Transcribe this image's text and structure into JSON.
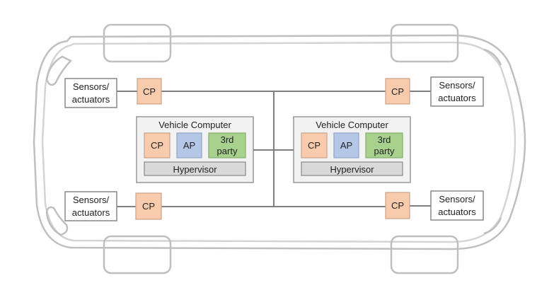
{
  "diagram": {
    "sensors": {
      "top_left": [
        "Sensors/",
        "actuators"
      ],
      "top_right": [
        "Sensors/",
        "actuators"
      ],
      "bottom_left": [
        "Sensors/",
        "actuators"
      ],
      "bottom_right": [
        "Sensors/",
        "actuators"
      ]
    },
    "cp_nodes": {
      "top_left": "CP",
      "top_right": "CP",
      "bottom_left": "CP",
      "bottom_right": "CP"
    },
    "vehicle_computers": [
      {
        "title": "Vehicle Computer",
        "cp": "CP",
        "ap": "AP",
        "third_party": [
          "3rd",
          "party"
        ],
        "hypervisor": "Hypervisor"
      },
      {
        "title": "Vehicle Computer",
        "cp": "CP",
        "ap": "AP",
        "third_party": [
          "3rd",
          "party"
        ],
        "hypervisor": "Hypervisor"
      }
    ],
    "colors": {
      "cp_fill": "#f8cbad",
      "cp_stroke": "#c9a18a",
      "ap_fill": "#b4c7e7",
      "ap_stroke": "#8ea4c8",
      "third_party_fill": "#a9d18e",
      "third_party_stroke": "#84ad6a",
      "hypervisor_fill": "#d9d9d9",
      "vc_fill": "#f2f2f2",
      "box_stroke": "#888888",
      "sensor_fill": "#ffffff",
      "wire": "#7f7f7f",
      "car_outline": "#bfbfbf"
    }
  }
}
